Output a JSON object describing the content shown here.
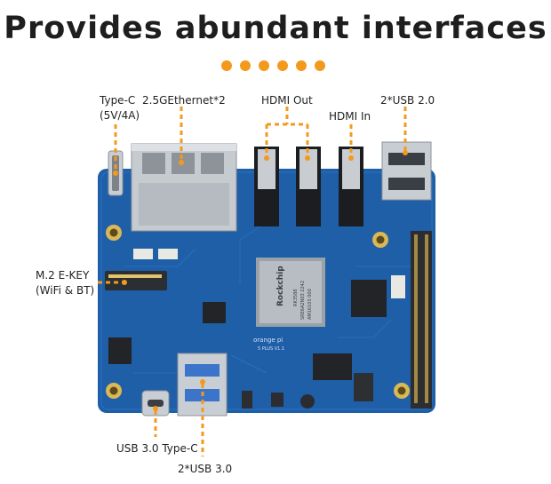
{
  "title": "Provides abundant interfaces",
  "accent_color": "#f39a1d",
  "board_color": "#1e5fa8",
  "labels": {
    "type_c_line1": "Type-C",
    "type_c_line2": "(5V/4A)",
    "ethernet": "2.5GEthernet*2",
    "hdmi_out": "HDMI Out",
    "hdmi_in": "HDMI In",
    "usb2": "2*USB 2.0",
    "m2_line1": "M.2 E-KEY",
    "m2_line2": "(WiFi & BT)",
    "usb3_typec": "USB 3.0 Type-C",
    "usb3": "2*USB 3.0"
  },
  "chip": {
    "brand": "Rockchip",
    "line1": "RK3588",
    "line2": "SRE6A2N03 2242",
    "line3": "AM1610S 000"
  },
  "silkscreen": {
    "logo": "orange pi",
    "model": "5 PLUS V1.1"
  }
}
